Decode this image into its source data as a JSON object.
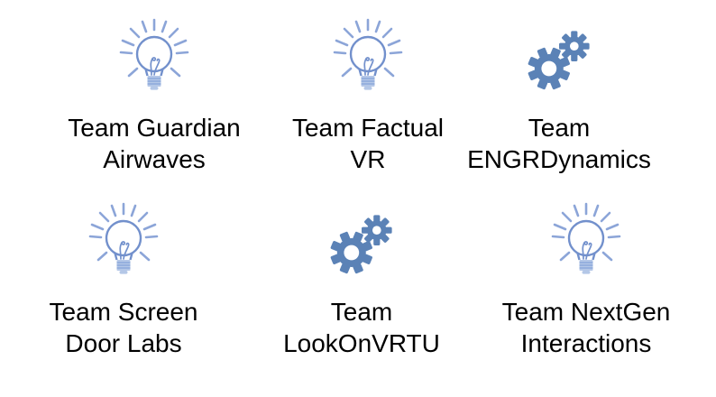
{
  "slide": {
    "background": "#ffffff"
  },
  "colors": {
    "text": "#000000",
    "bulb-stroke": "#7290CC",
    "ray": "#8CA5D8",
    "base-fill": "#B4C7E7",
    "base-stripe": "#8FAADC",
    "gear": "#5B82B6"
  },
  "teams": [
    {
      "icon": "lightbulb-icon",
      "line1": "Team Guardian",
      "line2": "Airwaves"
    },
    {
      "icon": "lightbulb-icon",
      "line1": "Team Factual",
      "line2": "VR"
    },
    {
      "icon": "gears-icon",
      "line1": "Team",
      "line2": "ENGRDynamics"
    },
    {
      "icon": "lightbulb-icon",
      "line1": "Team Screen",
      "line2": "Door Labs"
    },
    {
      "icon": "gears-icon",
      "line1": "Team",
      "line2": "LookOnVRTU"
    },
    {
      "icon": "lightbulb-icon",
      "line1": "Team NextGen",
      "line2": "Interactions"
    }
  ]
}
